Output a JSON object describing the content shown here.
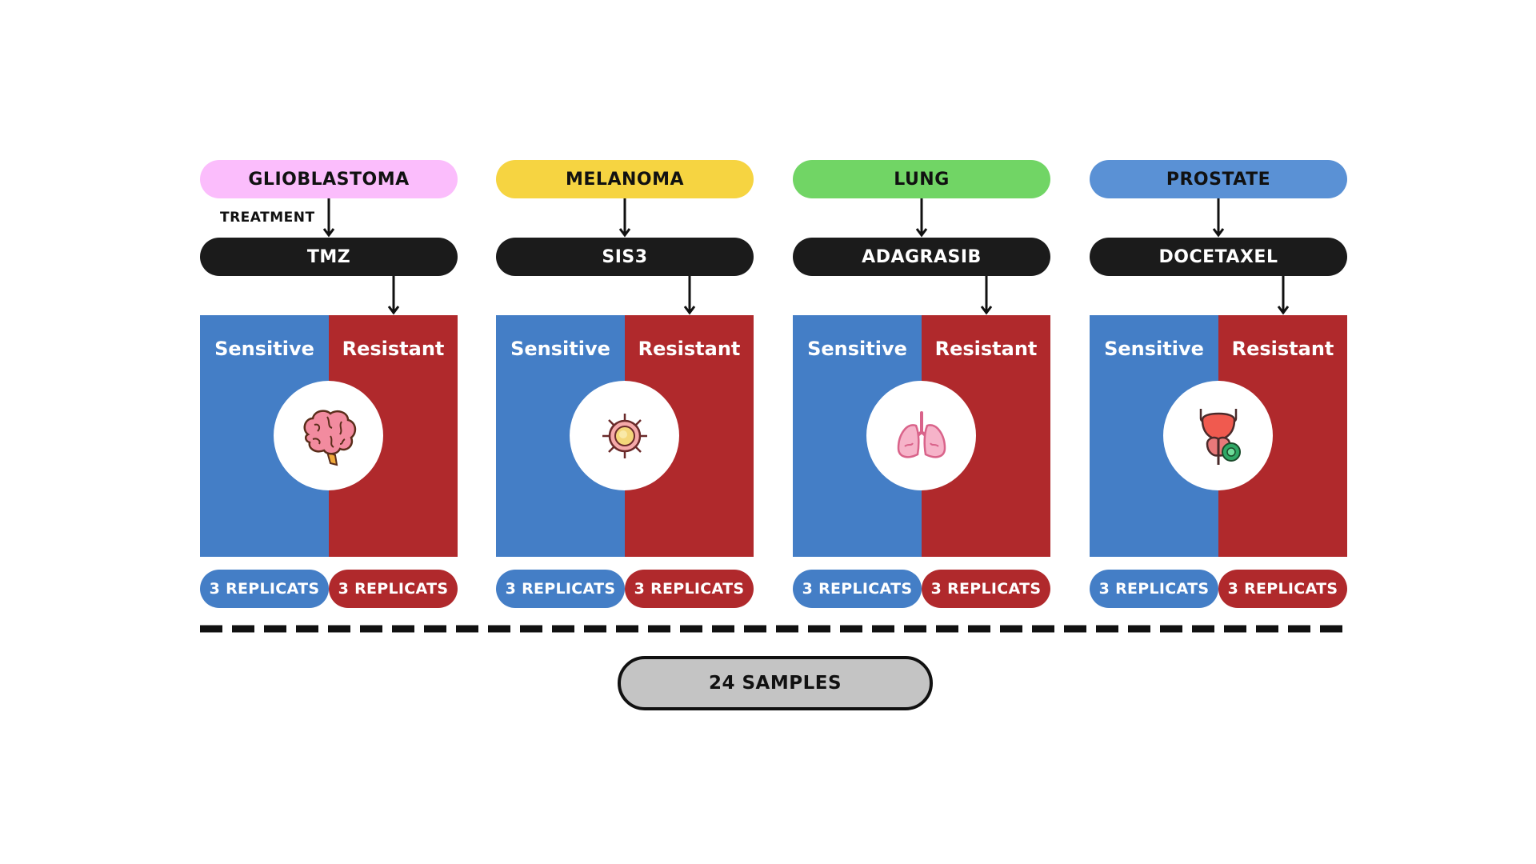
{
  "colors": {
    "sensitive": "#447ec6",
    "resistant": "#b0292c",
    "drug_pill": "#1b1b1b",
    "total_pill": "#c4c4c4"
  },
  "treatment_label": "TREATMENT",
  "groups": [
    {
      "cancer": "GLIOBLASTOMA",
      "cancer_color": "#fbbdfc",
      "drug": "TMZ",
      "sensitive_label": "Sensitive",
      "resistant_label": "Resistant",
      "sensitive_replicates": "3 REPLICATS",
      "resistant_replicates": "3 REPLICATS",
      "icon": "brain-icon"
    },
    {
      "cancer": "MELANOMA",
      "cancer_color": "#f6d441",
      "drug": "SIS3",
      "sensitive_label": "Sensitive",
      "resistant_label": "Resistant",
      "sensitive_replicates": "3 REPLICATS",
      "resistant_replicates": "3 REPLICATS",
      "icon": "cancer-cell-icon"
    },
    {
      "cancer": "LUNG",
      "cancer_color": "#71d565",
      "drug": "ADAGRASIB",
      "sensitive_label": "Sensitive",
      "resistant_label": "Resistant",
      "sensitive_replicates": "3 REPLICATS",
      "resistant_replicates": "3 REPLICATS",
      "icon": "lungs-icon"
    },
    {
      "cancer": "PROSTATE",
      "cancer_color": "#5a91d5",
      "drug": "DOCETAXEL",
      "sensitive_label": "Sensitive",
      "resistant_label": "Resistant",
      "sensitive_replicates": "3 REPLICATS",
      "resistant_replicates": "3 REPLICATS",
      "icon": "prostate-icon"
    }
  ],
  "total_label": "24 SAMPLES"
}
